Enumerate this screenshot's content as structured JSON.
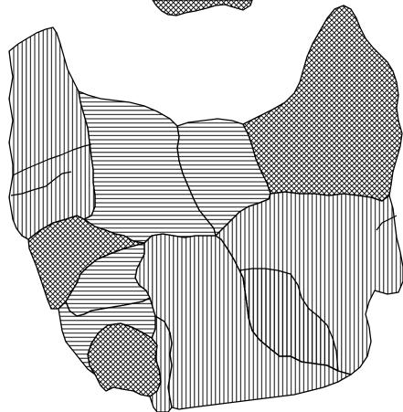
{
  "map": {
    "kind": "monochrome hatched choropleth map without title, legend or labels",
    "colors": {
      "ink": "#000000",
      "paper": "#ffffff"
    },
    "fill_patterns": [
      "vertical-lines",
      "horizontal-lines",
      "diagonal-crosshatch"
    ],
    "regions": [
      {
        "name": "top-fragment",
        "pattern": "diagonal-crosshatch"
      },
      {
        "name": "western-strip",
        "pattern": "vertical-lines"
      },
      {
        "name": "western-lower",
        "pattern": "vertical-lines"
      },
      {
        "name": "central-north",
        "pattern": "horizontal-lines"
      },
      {
        "name": "central-north-east",
        "pattern": "horizontal-lines"
      },
      {
        "name": "north-east",
        "pattern": "diagonal-crosshatch"
      },
      {
        "name": "east",
        "pattern": "vertical-lines"
      },
      {
        "name": "south-east-inner",
        "pattern": "vertical-lines"
      },
      {
        "name": "south-central",
        "pattern": "vertical-lines"
      },
      {
        "name": "west-central",
        "pattern": "diagonal-crosshatch"
      },
      {
        "name": "west-central-south",
        "pattern": "horizontal-lines"
      },
      {
        "name": "south-west",
        "pattern": "horizontal-lines"
      },
      {
        "name": "south-west-tip",
        "pattern": "diagonal-crosshatch"
      },
      {
        "name": "south-tip",
        "pattern": "vertical-lines"
      }
    ]
  }
}
